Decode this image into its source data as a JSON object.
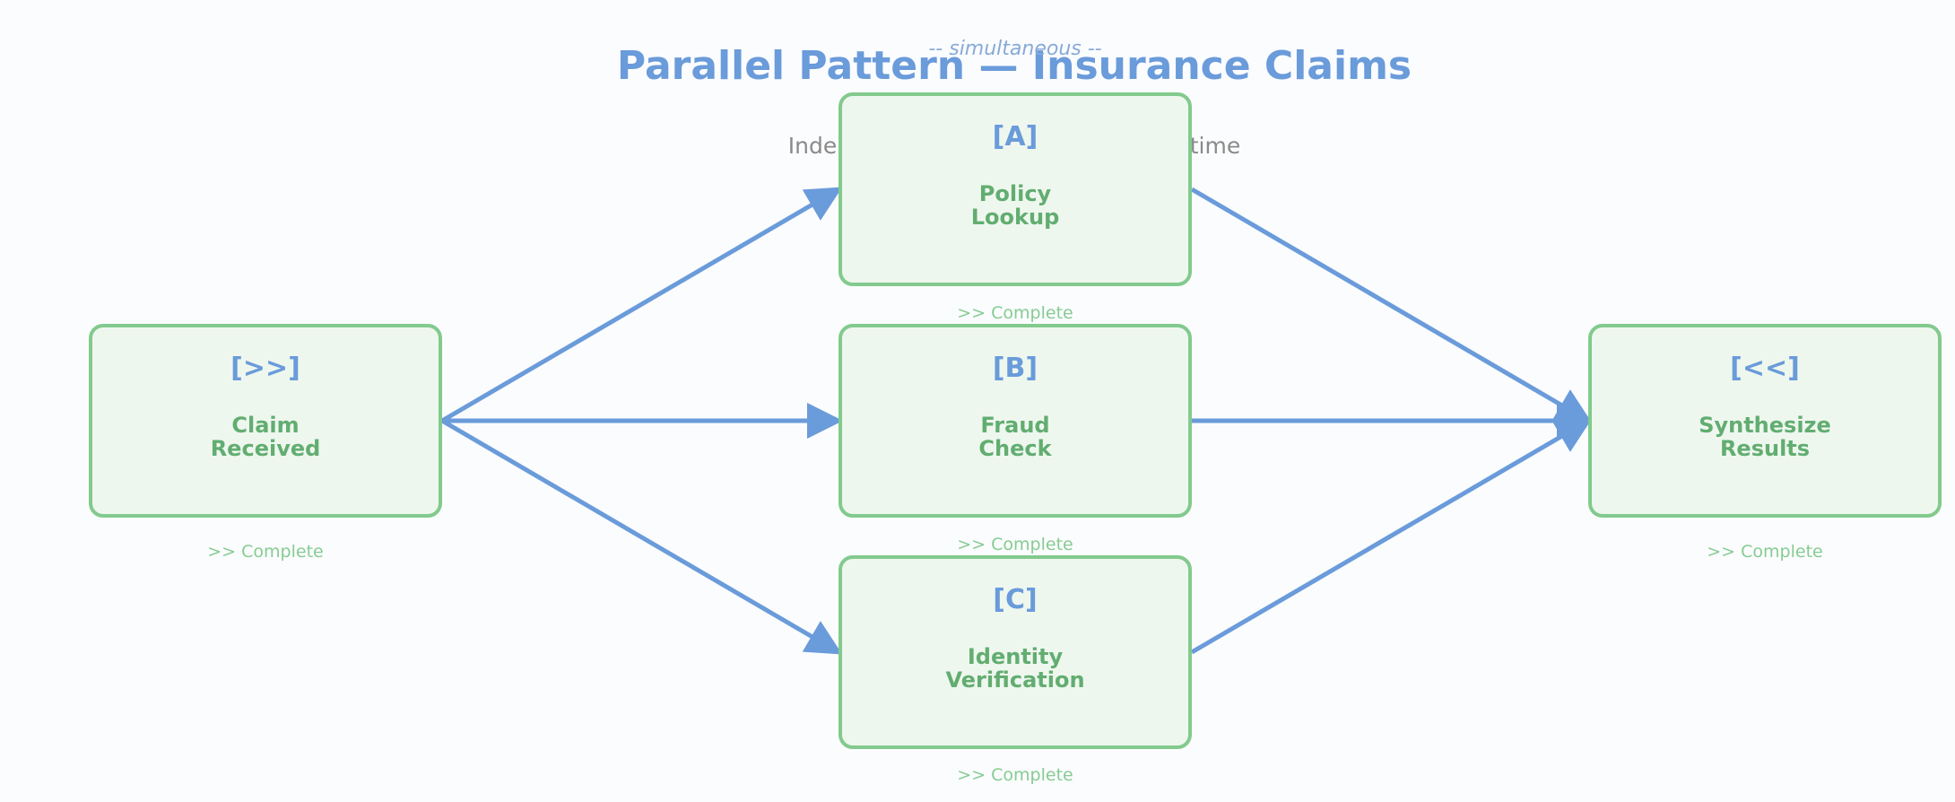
{
  "diagram": {
    "title": "Parallel Pattern — Insurance Claims",
    "subtitle": "Independent tasks run at the same time",
    "branch_note": "-- simultaneous --",
    "colors": {
      "accent": "#6a9bda",
      "node_border": "#82ca8d",
      "node_fill": "#eef7ee",
      "node_text": "#62ad71",
      "status_text": "#86cc92",
      "subtitle_text": "#8a8a8a"
    },
    "nodes": [
      {
        "id": "start",
        "tag": "[>>]",
        "label": "Claim\nReceived",
        "status": ">> Complete"
      },
      {
        "id": "a",
        "tag": "[A]",
        "label": "Policy\nLookup",
        "status": ">> Complete"
      },
      {
        "id": "b",
        "tag": "[B]",
        "label": "Fraud\nCheck",
        "status": ">> Complete"
      },
      {
        "id": "c",
        "tag": "[C]",
        "label": "Identity\nVerification",
        "status": ">> Complete"
      },
      {
        "id": "end",
        "tag": "[<<]",
        "label": "Synthesize\nResults",
        "status": ">> Complete"
      }
    ],
    "edges": [
      {
        "from": "start",
        "to": "a"
      },
      {
        "from": "start",
        "to": "b"
      },
      {
        "from": "start",
        "to": "c"
      },
      {
        "from": "a",
        "to": "end"
      },
      {
        "from": "b",
        "to": "end"
      },
      {
        "from": "c",
        "to": "end"
      }
    ]
  }
}
